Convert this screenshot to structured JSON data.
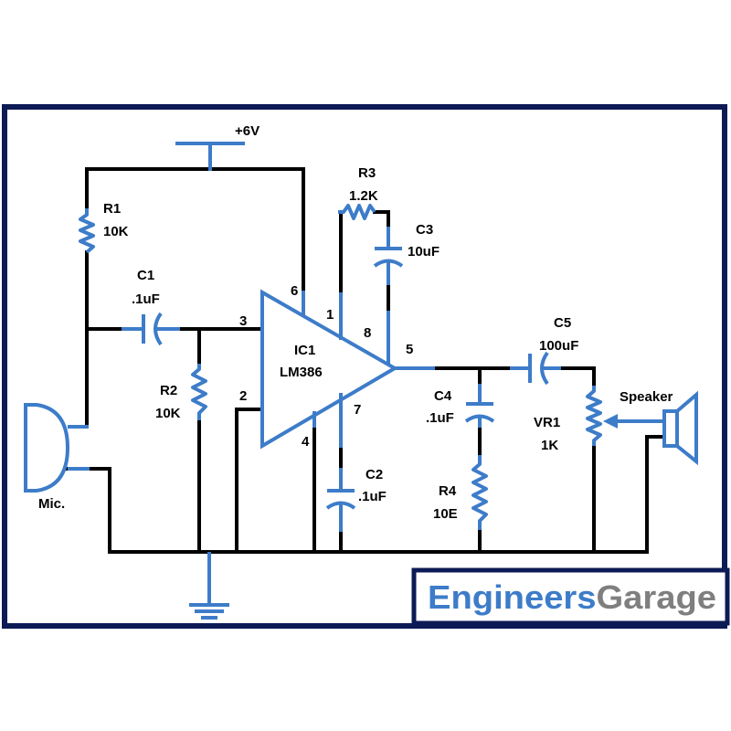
{
  "supply": {
    "label": "+6V"
  },
  "components": {
    "r1": {
      "name": "R1",
      "value": "10K"
    },
    "c1": {
      "name": "C1",
      "value": ".1uF"
    },
    "r2": {
      "name": "R2",
      "value": "10K"
    },
    "r3": {
      "name": "R3",
      "value": "1.2K"
    },
    "c3": {
      "name": "C3",
      "value": "10uF"
    },
    "ic1": {
      "name": "IC1",
      "value": "LM386"
    },
    "c2": {
      "name": "C2",
      "value": ".1uF"
    },
    "c4": {
      "name": "C4",
      "value": ".1uF"
    },
    "r4": {
      "name": "R4",
      "value": "10E"
    },
    "c5": {
      "name": "C5",
      "value": "100uF"
    },
    "vr1": {
      "name": "VR1",
      "value": "1K"
    },
    "speaker": {
      "name": "Speaker"
    },
    "mic": {
      "name": "Mic."
    }
  },
  "pins": {
    "p1": "1",
    "p2": "2",
    "p3": "3",
    "p4": "4",
    "p5": "5",
    "p6": "6",
    "p7": "7",
    "p8": "8"
  },
  "logo": {
    "part1": "Engineers",
    "part2": "Garage"
  },
  "colors": {
    "frame": "#0c1a55",
    "component": "#3d7cc9",
    "wire": "#000000",
    "logo_gray": "#7f7f7f"
  }
}
